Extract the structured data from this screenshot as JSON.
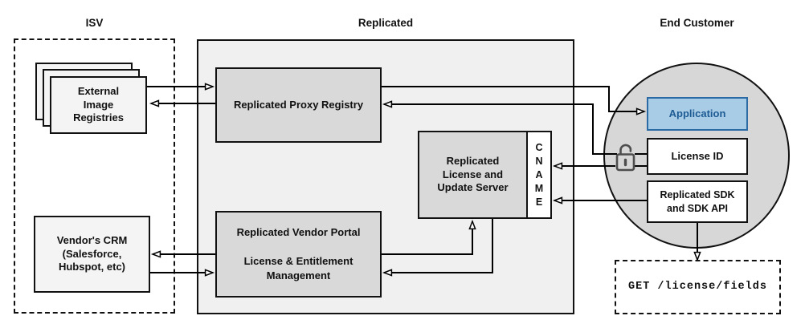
{
  "diagram": {
    "sections": {
      "isv": {
        "title": "ISV"
      },
      "replicated": {
        "title": "Replicated"
      },
      "end_customer": {
        "title": "End Customer"
      }
    },
    "nodes": {
      "registries": {
        "label": "External\nImage\nRegistries"
      },
      "crm": {
        "label": "Vendor's CRM\n(Salesforce,\nHubspot, etc)"
      },
      "proxy_registry": {
        "label": "Replicated Proxy Registry"
      },
      "license_server": {
        "label": "Replicated\nLicense and\nUpdate Server"
      },
      "cname": {
        "letters": [
          "C",
          "N",
          "A",
          "M",
          "E"
        ]
      },
      "vendor_portal": {
        "label": "Replicated Vendor Portal\n\nLicense & Entitlement\nManagement"
      },
      "application": {
        "label": "Application"
      },
      "license_id": {
        "label": "License ID"
      },
      "sdk": {
        "label": "Replicated SDK\nand SDK API"
      },
      "get_endpoint": {
        "label": "GET /license/fields"
      }
    },
    "icons": {
      "lock": "open-padlock"
    },
    "colors": {
      "container_gray": "#f0f0f0",
      "box_gray": "#d9d9d9",
      "circle_gray": "#d7d7d7",
      "light_box": "#f4f4f4",
      "application_fill": "#a9cce6",
      "application_border": "#2a6aa5",
      "application_text": "#1d5b94",
      "line_color": "#000000",
      "lock_gray": "#4d4d4d"
    }
  }
}
